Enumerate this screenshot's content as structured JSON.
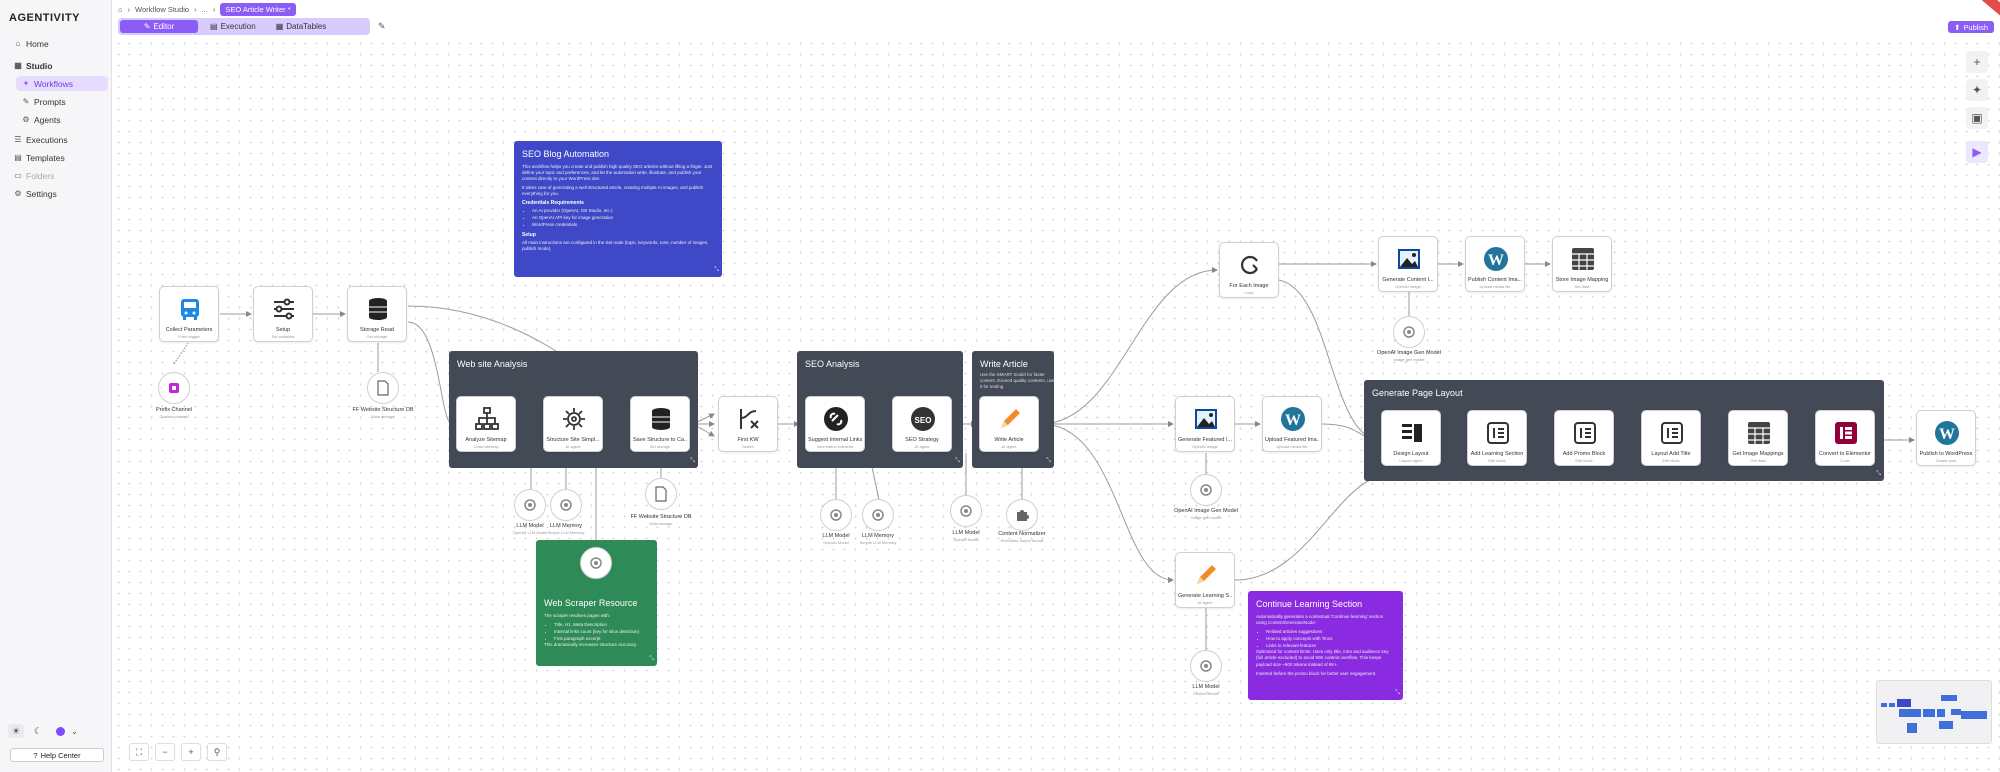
{
  "app": {
    "brand": "AGENTIVITY"
  },
  "sidebar": {
    "items": [
      {
        "label": "Home",
        "icon": "home-icon"
      },
      {
        "label": "Studio",
        "icon": "grid-icon"
      },
      {
        "label": "Workflows",
        "icon": "sparkle-icon"
      },
      {
        "label": "Prompts",
        "icon": "prompt-icon"
      },
      {
        "label": "Agents",
        "icon": "agent-icon"
      },
      {
        "label": "Executions",
        "icon": "play-list-icon"
      },
      {
        "label": "Templates",
        "icon": "template-icon"
      },
      {
        "label": "Folders",
        "icon": "folder-icon"
      },
      {
        "label": "Settings",
        "icon": "gear-icon"
      }
    ],
    "help_label": "Help Center"
  },
  "breadcrumbs": {
    "home_icon": "home-icon",
    "studio": "Workflow Studio",
    "ellipsis": "...",
    "current": "SEO Article Writer *"
  },
  "tabs": {
    "editor": "Editor",
    "execution": "Execution",
    "datatables": "DataTables"
  },
  "toolbar": {
    "publish_label": "Publish"
  },
  "nodes": {
    "collect": {
      "label": "Collect Parameters",
      "sub": "Form trigger"
    },
    "setup": {
      "label": "Setup",
      "sub": "Set variables"
    },
    "storage_read": {
      "label": "Storage Read",
      "sub": "Get storage"
    },
    "analyze_sitemap": {
      "label": "Analyze Sitemap",
      "sub": "Crawl sitemap"
    },
    "structure_site": {
      "label": "Structure Site Simpl...",
      "sub": "AI agent"
    },
    "save_structure": {
      "label": "Save Structure to Ca...",
      "sub": "Set storage"
    },
    "first_kw": {
      "label": "First KW",
      "sub": "Switch"
    },
    "suggest_links": {
      "label": "Suggest Internal Links",
      "sub": "Information extractor"
    },
    "seo_strategy": {
      "label": "SEO Strategy",
      "sub": "AI agent"
    },
    "write_article": {
      "label": "Write Article",
      "sub": "AI agent"
    },
    "for_each_image": {
      "label": "For Each Image",
      "sub": "Loop"
    },
    "gen_content_img": {
      "label": "Generate Content I...",
      "sub": "OpenAI image"
    },
    "publish_content_img": {
      "label": "Publish Content Ima...",
      "sub": "Upload media file"
    },
    "store_image_mapping": {
      "label": "Store Image Mapping",
      "sub": "Set data"
    },
    "gen_featured": {
      "label": "Generate Featured I...",
      "sub": "OpenAI image"
    },
    "upload_featured": {
      "label": "Upload Featured Ima...",
      "sub": "Upload media file"
    },
    "design_layout": {
      "label": "Design Layout",
      "sub": "Layout agent"
    },
    "add_learning": {
      "label": "Add Learning Section",
      "sub": "Edit block"
    },
    "add_promo": {
      "label": "Add Promo Block",
      "sub": "Edit block"
    },
    "layout_add_title": {
      "label": "Layout Add Title",
      "sub": "Edit block"
    },
    "get_image_mappings": {
      "label": "Get Image Mappings",
      "sub": "Get data"
    },
    "convert_elementor": {
      "label": "Convert to Elementor",
      "sub": "Code"
    },
    "publish_wp": {
      "label": "Publish to WordPress",
      "sub": "Create post"
    },
    "gen_learning": {
      "label": "Generate Learning S...",
      "sub": "AI agent"
    }
  },
  "circles": {
    "prefix_channel": {
      "label": "Prefix Channel",
      "sub": "Custom channel"
    },
    "ff_website_structure": {
      "label": "FF Website Structure DB",
      "sub": "Data storage"
    },
    "llm_model_1": {
      "label": "LLM Model",
      "sub": "OpenAI LLM Model"
    },
    "llm_memory_1": {
      "label": "LLM Memory",
      "sub": "Simple LLM Memory"
    },
    "ff_website_structure_2": {
      "label": "FF Website Structure DB",
      "sub": "Data storage"
    },
    "llm_model_2": {
      "label": "LLM Model",
      "sub": "OpenAI Model"
    },
    "llm_memory_2": {
      "label": "LLM Memory",
      "sub": "Simple LLM Memory"
    },
    "llm_model_3": {
      "label": "LLM Model",
      "sub": "OpenAI Model"
    },
    "content_normalizer": {
      "label": "Content Normalizer",
      "sub": "Normalize output format"
    },
    "openai_image_gen_1": {
      "label": "OpenAI Image Gen Model",
      "sub": "Image gen model"
    },
    "openai_image_gen_2": {
      "label": "OpenAI Image Gen Model",
      "sub": "Image gen model"
    },
    "llm_model_4": {
      "label": "LLM Model",
      "sub": "Custom Model"
    }
  },
  "groups": {
    "website_analysis": {
      "title": "Web site Analysis"
    },
    "seo_analysis": {
      "title": "SEO Analysis"
    },
    "write_article": {
      "title": "Write Article",
      "desc": "Use the SMART model for faster content. Exceed quality contents, use it for testing."
    },
    "generate_layout": {
      "title": "Generate Page Layout"
    }
  },
  "notes": {
    "seo_blog": {
      "title": "SEO Blog Automation",
      "p1": "This workflow helps you create and publish high quality SEO articles without lifting a finger. Just define your topic and preferences, and let the automation write, illustrate, and publish your content directly to your WordPress site.",
      "p2": "It takes care of generating a well structured article, creating multiple AI images, and publish everything for you.",
      "cred_title": "Credentials Requirements",
      "creds": [
        "An AI provider (OpenAI, GB Studio, etc.)",
        "An OpenAI API key for image generation",
        "WordPress credentials"
      ],
      "setup_title": "Setup",
      "setup_text": "All main instructions are configured in the Set node (topic, keywords, tone, number of images, publish mode)."
    },
    "web_scraper": {
      "title": "Web Scraper Resource",
      "intro": "The scraper resolves pages with:",
      "items": [
        "Title, H1, Meta Description",
        "Internal links count (key for silos detection)",
        "First paragraph excerpt"
      ],
      "outro": "This dramatically increases structure accuracy."
    },
    "learning": {
      "title": "Continue Learning Section",
      "p1": "Automatically generates a contextual 'Continue learning' section using ContentGeneratorNode:",
      "items": [
        "Related articles suggestions",
        "How to apply concepts with Tinos",
        "Links to relevant features"
      ],
      "opt": "Optimized for content limits: Uses only title, intro and audience key (full article excluded) to avoid 50K context overflow. This keeps payload size ~500 tokens instead of 8K+.",
      "insert": "Inserted before the promo block for better user engagement."
    }
  },
  "colors": {
    "accent": "#8b5cf6",
    "group": "#434955",
    "note_blue": "#3f48c7",
    "note_green": "#2e8b57",
    "note_purple": "#8a2be2"
  }
}
